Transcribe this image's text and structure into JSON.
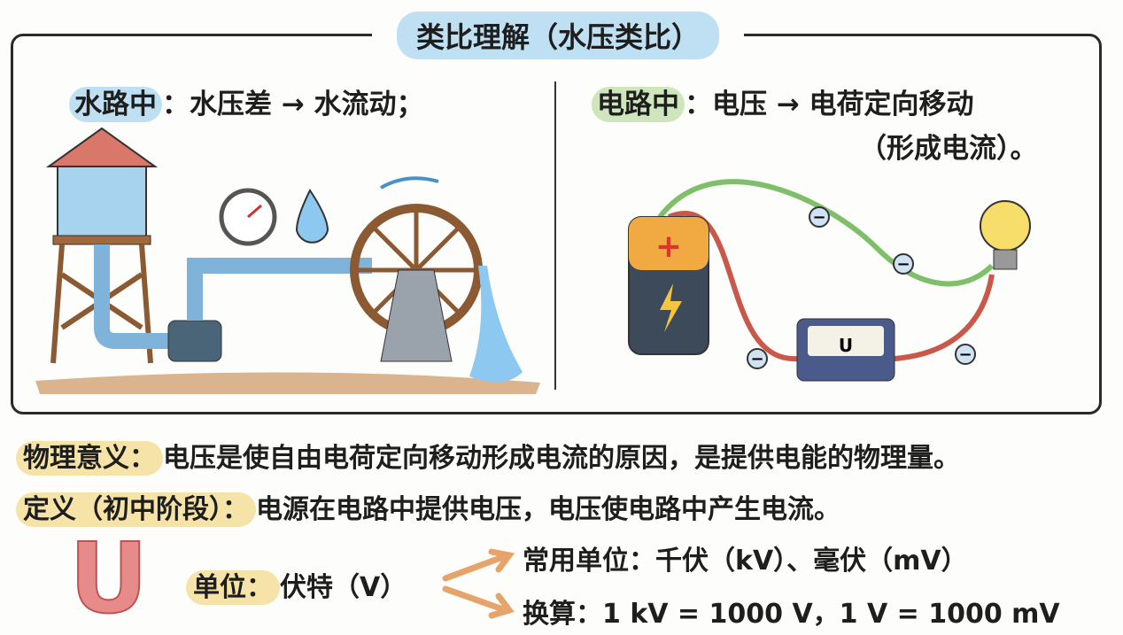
{
  "analogy": {
    "title": "类比理解（水压类比）",
    "water": {
      "label": "水路中",
      "text": "：水压差 → 水流动；"
    },
    "circuit": {
      "label": "电路中",
      "text": "：电压 → 电荷定向移动",
      "text2": "（形成电流）。",
      "meter_symbol": "U",
      "charge_symbol": "−"
    }
  },
  "meaning": {
    "label": "物理意义：",
    "text": "电压是使自由电荷定向移动形成电流的原因，是提供电能的物理量。"
  },
  "definition": {
    "label": "定义（初中阶段）：",
    "text": "电源在电路中提供电压，电压使电路中产生电流。"
  },
  "unit": {
    "symbol": "U",
    "label": "单位：",
    "text": "伏特（V）",
    "common": "常用单位：千伏（kV）、毫伏（mV）",
    "conversion": "换算：1 kV = 1000 V，1 V = 1000 mV"
  },
  "colors": {
    "blue": "#bfe0f2",
    "green": "#cfe6bd",
    "yellow": "#f6e3a8",
    "symbol": "#e68a8a"
  }
}
